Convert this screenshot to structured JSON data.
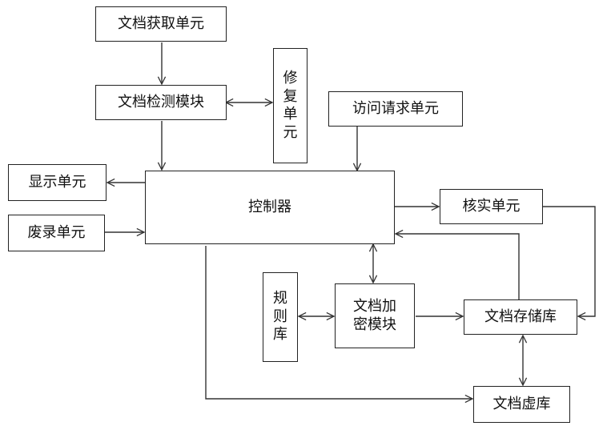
{
  "nodes": {
    "doc_acquire": "文档获取单元",
    "doc_detect": "文档检测模块",
    "repair": "修复单元",
    "access_request": "访问请求单元",
    "display": "显示单元",
    "discard": "废录单元",
    "controller": "控制器",
    "verify": "核实单元",
    "rule_lib": "规则库",
    "encrypt_line1": "文档加",
    "encrypt_line2": "密模块",
    "doc_store": "文档存储库",
    "doc_virtual": "文档虚库"
  },
  "repair_chars": [
    "修",
    "复",
    "单",
    "元"
  ],
  "rule_chars": [
    "规",
    "则",
    "库"
  ]
}
